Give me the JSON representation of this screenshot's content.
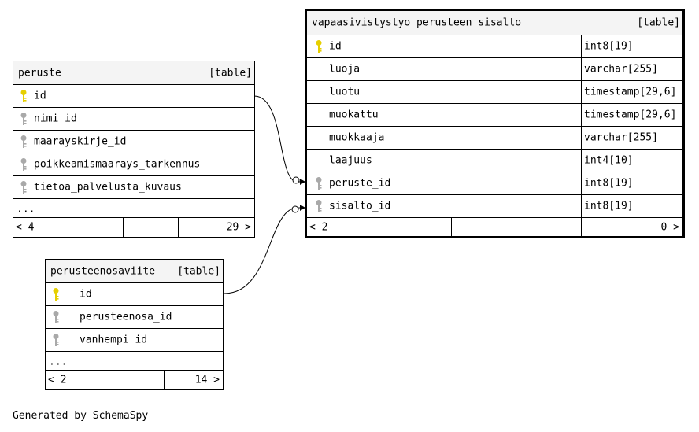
{
  "tables": {
    "peruste": {
      "name": "peruste",
      "type": "[table]",
      "columns": [
        {
          "name": "id",
          "key": "primary"
        },
        {
          "name": "nimi_id",
          "key": "foreign"
        },
        {
          "name": "maarayskirje_id",
          "key": "foreign"
        },
        {
          "name": "poikkeamismaarays_tarkennus",
          "key": "foreign"
        },
        {
          "name": "tietoa_palvelusta_kuvaus",
          "key": "foreign"
        }
      ],
      "more": "...",
      "parents": "< 4",
      "children": "29 >"
    },
    "vapaasivistystyo": {
      "name": "vapaasivistystyo_perusteen_sisalto",
      "type": "[table]",
      "columns": [
        {
          "name": "id",
          "type": "int8[19]",
          "key": "primary"
        },
        {
          "name": "luoja",
          "type": "varchar[255]",
          "key": "none"
        },
        {
          "name": "luotu",
          "type": "timestamp[29,6]",
          "key": "none"
        },
        {
          "name": "muokattu",
          "type": "timestamp[29,6]",
          "key": "none"
        },
        {
          "name": "muokkaaja",
          "type": "varchar[255]",
          "key": "none"
        },
        {
          "name": "laajuus",
          "type": "int4[10]",
          "key": "none"
        },
        {
          "name": "peruste_id",
          "type": "int8[19]",
          "key": "foreign"
        },
        {
          "name": "sisalto_id",
          "type": "int8[19]",
          "key": "foreign"
        }
      ],
      "parents": "< 2",
      "children": "0 >"
    },
    "perusteenosaviite": {
      "name": "perusteenosaviite",
      "type": "[table]",
      "columns": [
        {
          "name": "id",
          "key": "primary"
        },
        {
          "name": "perusteenosa_id",
          "key": "foreign"
        },
        {
          "name": "vanhempi_id",
          "key": "foreign"
        }
      ],
      "more": "...",
      "parents": "< 2",
      "children": "14 >"
    }
  },
  "colors": {
    "primary_key": "#e6cf00",
    "foreign_key": "#a9a9a9",
    "header_bg": "#f4f4f4"
  },
  "footer": "Generated by SchemaSpy"
}
